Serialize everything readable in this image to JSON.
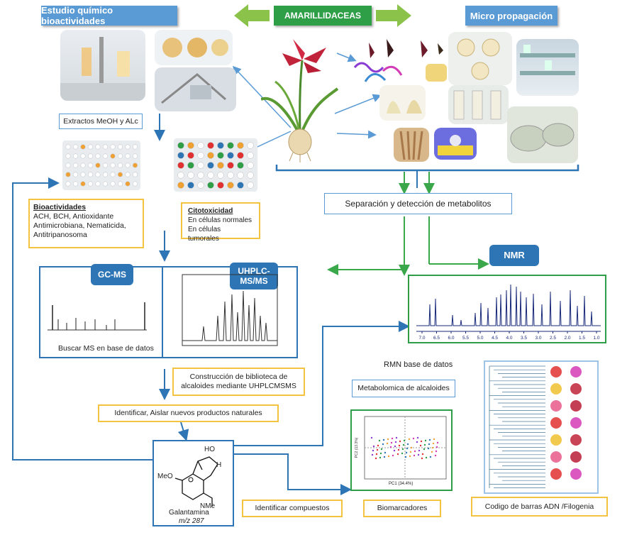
{
  "headers": {
    "bio": "Estudio químico  bioactividades",
    "family": "AMARILLIDACEAS",
    "micro": "Micro propagación"
  },
  "boxes": {
    "extractos": "Extractos MeOH y ALc",
    "bioact_title": "Bioactividades",
    "bioact_body": "ACH, BCH, Antioxidante\nAntimicrobiana, Nematicida,\nAntitripanosoma",
    "cito_title": "Citotoxicidad",
    "cito_body": "En células normales\nEn células tumorales",
    "separacion": "Separación y detección de metabolitos",
    "nmr": "NMR",
    "gcms": "GC-MS",
    "uhplc": "UHPLC-\nMS/MS",
    "buscar": "Buscar MS en base de datos",
    "construccion": "Construcción de biblioteca de\nalcaloides mediante UHPLCMSMS",
    "identificar_aislar": "Identificar,  Aislar nuevos productos naturales",
    "rmn_db": "RMN base de datos",
    "metabolomica": "Metabolomica de alcaloides",
    "identificar_compuestos": "Identificar compuestos",
    "biomarcadores": "Biomarcadores",
    "codigo": "Codigo de barras ADN /Filogenia"
  },
  "molecule": {
    "ho": "HO",
    "h": "H",
    "meo": "MeO",
    "nme": "NMe",
    "name": "Galantamina",
    "mz": "m/z 287"
  },
  "nmr_spectrum": {
    "x_ticks": [
      "7.0",
      "6.5",
      "6.0",
      "5.5",
      "5.0",
      "4.5",
      "4.0",
      "3.5",
      "3.0",
      "2.5",
      "2.0",
      "1.5",
      "1.0"
    ]
  },
  "pca": {
    "xlabel": "PC1 (34.4%)",
    "ylabel": "PC2 (13.3%)"
  },
  "colors": {
    "blue_header": "#5b9bd5",
    "dark_blue": "#2e75b6",
    "green": "#2e9e47",
    "yellow": "#f5c342",
    "arrow_green": "#3aa84a",
    "arrow_blue": "#2e75b6"
  }
}
